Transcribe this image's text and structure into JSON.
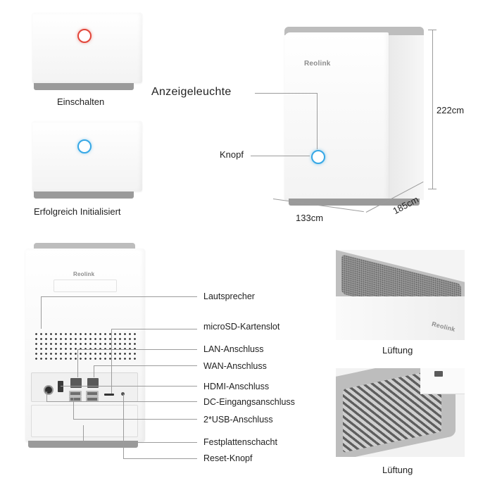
{
  "status_units": {
    "power_on_caption": "Einschalten",
    "init_caption": "Erfolgreich Initialisiert",
    "power_on_color": "#e2463a",
    "init_color": "#37a8e6"
  },
  "front_view": {
    "brand": "Reolink",
    "indicator_label": "Anzeigeleuchte",
    "button_label": "Knopf",
    "height_dim": "222cm",
    "width_dim": "133cm",
    "depth_dim": "185cm",
    "button_color": "#37a8e6"
  },
  "back_view": {
    "brand": "Reolink",
    "callouts": [
      "Lautsprecher",
      "microSD-Kartenslot",
      "LAN-Anschluss",
      "WAN-Anschluss",
      "HDMI-Anschluss",
      "DC-Eingangsanschluss",
      "2*USB-Anschluss",
      "Festplattenschacht",
      "Reset-Knopf"
    ]
  },
  "vent_views": {
    "top_caption": "Lüftung",
    "bottom_caption": "Lüftung",
    "top_brand": "Reolink"
  }
}
